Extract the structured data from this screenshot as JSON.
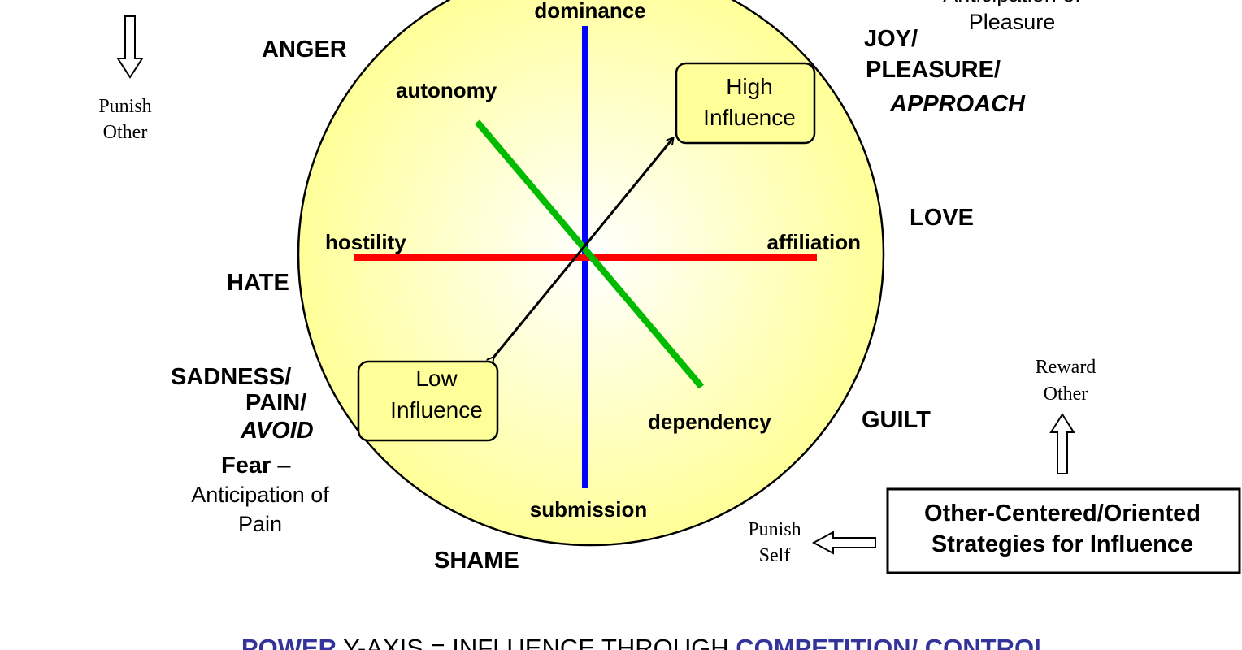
{
  "axes": {
    "top": "dominance",
    "bottom": "submission",
    "left": "hostility",
    "right": "affiliation",
    "diag_top_left": "autonomy",
    "diag_bottom_right": "dependency"
  },
  "boxes": {
    "high": [
      "High",
      "Influence"
    ],
    "low": [
      "Low",
      "Influence"
    ],
    "strategy": [
      "Other-Centered/Oriented",
      "Strategies for Influence"
    ]
  },
  "emotions": {
    "anger": "ANGER",
    "hate": "HATE",
    "sadness": [
      "SADNESS/",
      "PAIN/",
      "AVOID"
    ],
    "fear": {
      "title": "Fear",
      "dash": " –",
      "line1": "Anticipation  of",
      "line2": "Pain"
    },
    "shame": "SHAME",
    "joy": [
      "JOY/",
      "PLEASURE/",
      "APPROACH"
    ],
    "pleasure_anticipation": [
      "Anticipation  of",
      "Pleasure"
    ],
    "love": "LOVE",
    "guilt": "GUILT"
  },
  "arrows": {
    "punish_other": [
      "Punish",
      "Other"
    ],
    "reward_other": [
      "Reward",
      "Other"
    ],
    "punish_self": [
      "Punish",
      "Self"
    ]
  },
  "footer": {
    "power": "POWER",
    "middle": " Y-AXIS = INFLUENCE THROUGH ",
    "competition": "COMPETITION/ CONTROL"
  },
  "colors": {
    "dominance_axis": "#0000ff",
    "affiliation_axis": "#ff0000",
    "autonomy_axis": "#00bb00",
    "circle_fill": "#ffff99"
  }
}
